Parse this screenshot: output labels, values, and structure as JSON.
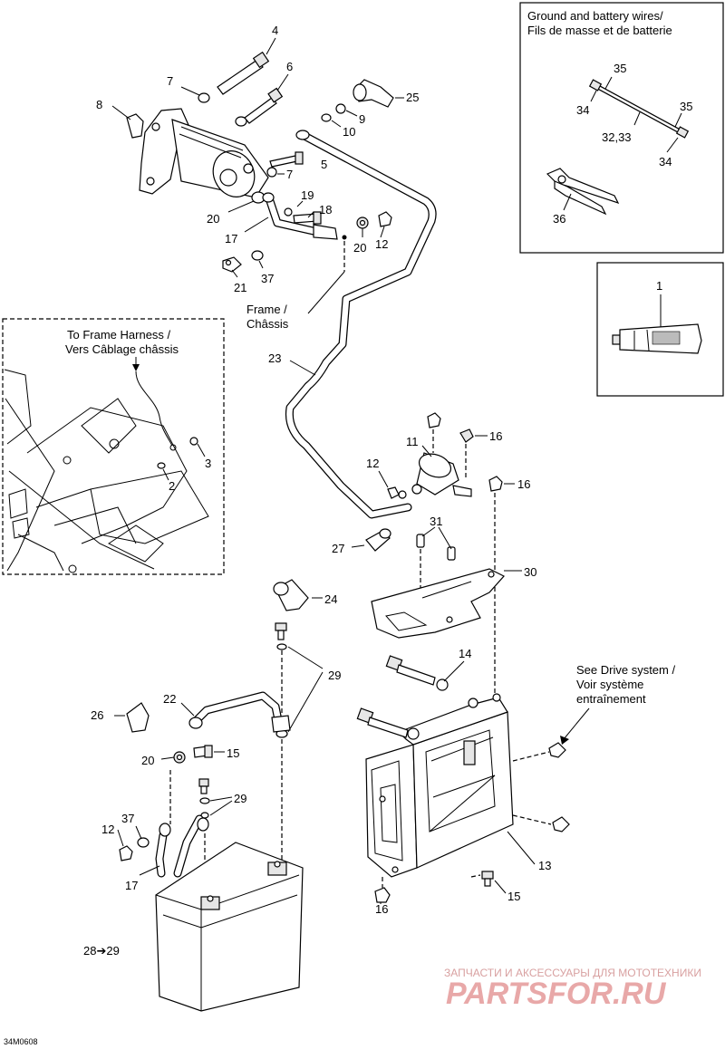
{
  "inset_wires": {
    "title_en": "Ground and battery wires/",
    "title_fr": "Fils de masse et de batterie"
  },
  "frame_harness": {
    "line1": "To Frame Harness /",
    "line2": "Vers Câblage châssis"
  },
  "frame_label": {
    "line1": "Frame /",
    "line2": "Châssis"
  },
  "drive_note": {
    "line1": "See Drive system /",
    "line2": "Voir système",
    "line3": "entraînement"
  },
  "battery_note": "28➔29",
  "figure_code": "34M0608",
  "watermark": {
    "line1": "ЗАПЧАСТИ И АКСЕССУАРЫ ДЛЯ МОТОТЕХНИКИ",
    "line2": "PARTSFOR.RU"
  },
  "callouts": {
    "c1": "1",
    "c2": "2",
    "c3": "3",
    "c4": "4",
    "c5": "5",
    "c6": "6",
    "c7a": "7",
    "c7b": "7",
    "c8": "8",
    "c9": "9",
    "c10": "10",
    "c11": "11",
    "c12a": "12",
    "c12b": "12",
    "c12c": "12",
    "c13": "13",
    "c14": "14",
    "c15a": "15",
    "c15b": "15",
    "c16a": "16",
    "c16b": "16",
    "c16c": "16",
    "c17a": "17",
    "c17b": "17",
    "c18": "18",
    "c19": "19",
    "c20a": "20",
    "c20b": "20",
    "c20c": "20",
    "c21": "21",
    "c22": "22",
    "c23": "23",
    "c24": "24",
    "c25": "25",
    "c26": "26",
    "c27": "27",
    "c29a": "29",
    "c29b": "29",
    "c30": "30",
    "c31": "31",
    "c3233": "32,33",
    "c34a": "34",
    "c34b": "34",
    "c35a": "35",
    "c35b": "35",
    "c36": "36",
    "c37a": "37",
    "c37b": "37"
  }
}
